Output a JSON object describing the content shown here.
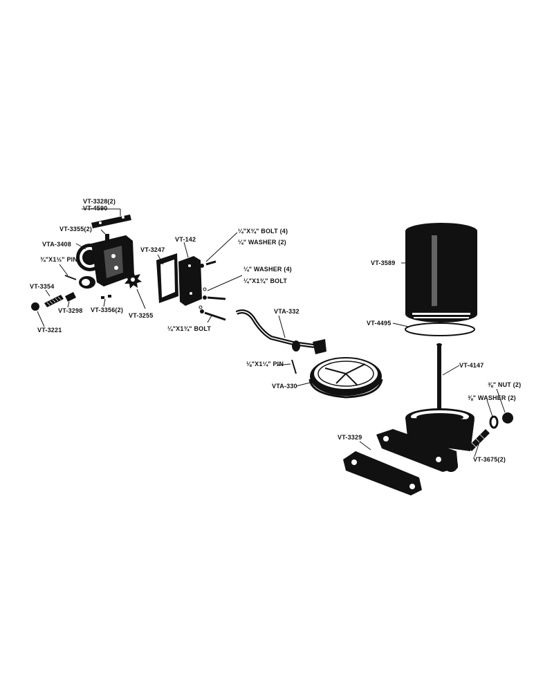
{
  "labels": {
    "vt_3328": "VT-3328(2)",
    "vt_4590": "VT-4590",
    "vt_3355": "VT-3355(2)",
    "vta_3408": "VTA-3408",
    "pin_1": "¾\"X1½\" PIN",
    "vt_3354": "VT-3354",
    "vt_3298": "VT-3298",
    "vt_3356": "VT-3356(2)",
    "vt_3221": "VT-3221",
    "vt_3255": "VT-3255",
    "vt_3247": "VT-3247",
    "vt_142": "VT-142",
    "bolt_4": "¼\"X¾\" BOLT (4)",
    "washer_2a": "¼\" WASHER (2)",
    "washer_4": "¼\" WASHER (4)",
    "bolt_1b": "¼\"X1¾\" BOLT",
    "bolt_1a": "¼\"X1¾\" BOLT",
    "vta_332": "VTA-332",
    "pin_2": "⅛\"X1¼\" PIN",
    "vta_330": "VTA-330",
    "vt_3589": "VT-3589",
    "vt_4495": "VT-4495",
    "vt_4147": "VT-4147",
    "nut_2": "⅜\" NUT (2)",
    "washer_2b": "⅜\" WASHER (2)",
    "vt_3329": "VT-3329",
    "vt_3675": "VT-3675(2)"
  }
}
